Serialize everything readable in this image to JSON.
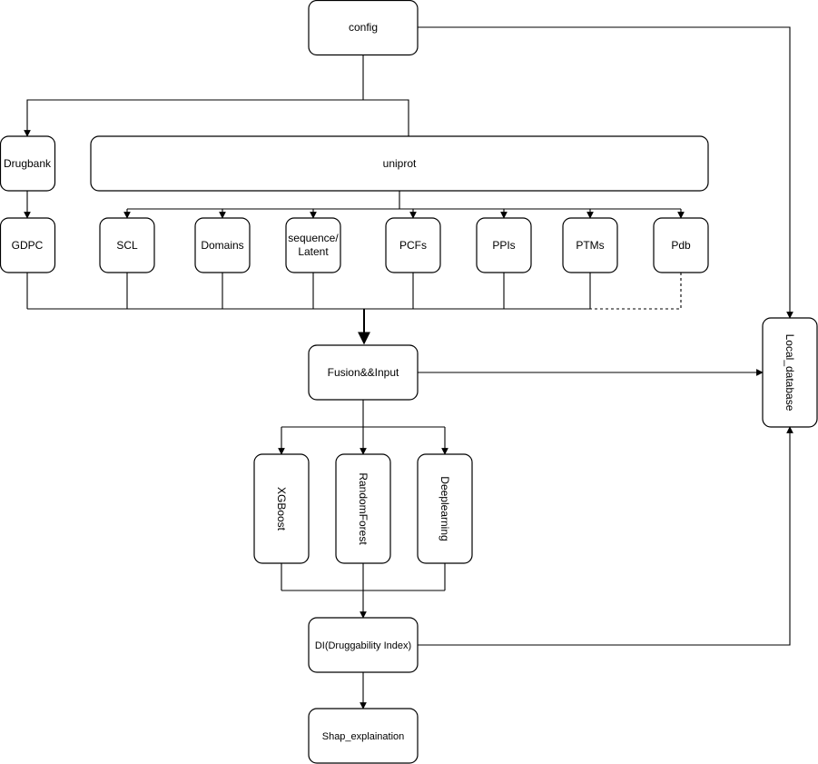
{
  "nodes": {
    "config": "config",
    "uniprot": "uniprot",
    "drugbank": "Drugbank",
    "gdpc": "GDPC",
    "scl": "SCL",
    "domains": "Domains",
    "sequence_latent": [
      "sequence/",
      "Latent"
    ],
    "pcfs": "PCFs",
    "ppis": "PPIs",
    "ptms": "PTMs",
    "pdb": "Pdb",
    "fusion": "Fusion&&Input",
    "xgboost": "XGBoost",
    "random_forest": "RandomForest",
    "deeplearning": "Deeplearning",
    "di": "DI(Druggability Index)",
    "shap": "Shap_explaination",
    "local_database": "Local_database"
  }
}
